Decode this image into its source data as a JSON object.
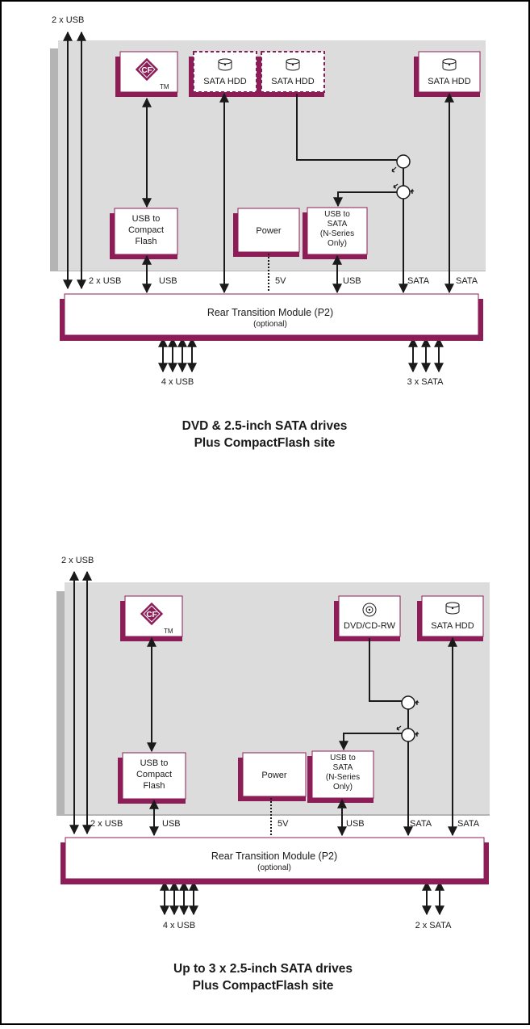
{
  "colors": {
    "board": "#dcdcdc",
    "board_shadow": "#b4b4b4",
    "module_shadow": "#8c1d56",
    "line": "#1a1a1a",
    "border": "#000000"
  },
  "top": {
    "usb_top_label": "2 x USB",
    "cf_text": "CF",
    "tm_text": "TM",
    "hdd1": "SATA HDD",
    "hdd2": "SATA HDD",
    "hdd3": "SATA HDD",
    "usb_cf": [
      "USB to",
      "Compact",
      "Flash"
    ],
    "power": "Power",
    "usb_sata": [
      "USB to",
      "SATA",
      "(N-Series",
      "Only)"
    ],
    "bus_2usb": "2 x USB",
    "bus_usb1": "USB",
    "bus_5v": "5V",
    "bus_usb2": "USB",
    "bus_sata1": "SATA",
    "bus_sata2": "SATA",
    "rtm_title": "Rear Transition Module (P2)",
    "rtm_sub": "(optional)",
    "bottom_usb": "4 x USB",
    "bottom_sata": "3 x SATA",
    "caption_line1": "DVD & 2.5-inch SATA drives",
    "caption_line2": "Plus CompactFlash site"
  },
  "bottom": {
    "usb_top_label": "2 x USB",
    "cf_text": "CF",
    "tm_text": "TM",
    "dvd": "DVD/CD-RW",
    "hdd": "SATA HDD",
    "usb_cf": [
      "USB to",
      "Compact",
      "Flash"
    ],
    "power": "Power",
    "usb_sata": [
      "USB to",
      "SATA",
      "(N-Series",
      "Only)"
    ],
    "bus_2usb": "2 x USB",
    "bus_usb1": "USB",
    "bus_5v": "5V",
    "bus_usb2": "USB",
    "bus_sata1": "SATA",
    "bus_sata2": "SATA",
    "rtm_title": "Rear Transition Module (P2)",
    "rtm_sub": "(optional)",
    "bottom_usb": "4 x USB",
    "bottom_sata": "2 x SATA",
    "caption_line1": "Up to 3 x 2.5-inch SATA drives",
    "caption_line2": "Plus CompactFlash site"
  }
}
